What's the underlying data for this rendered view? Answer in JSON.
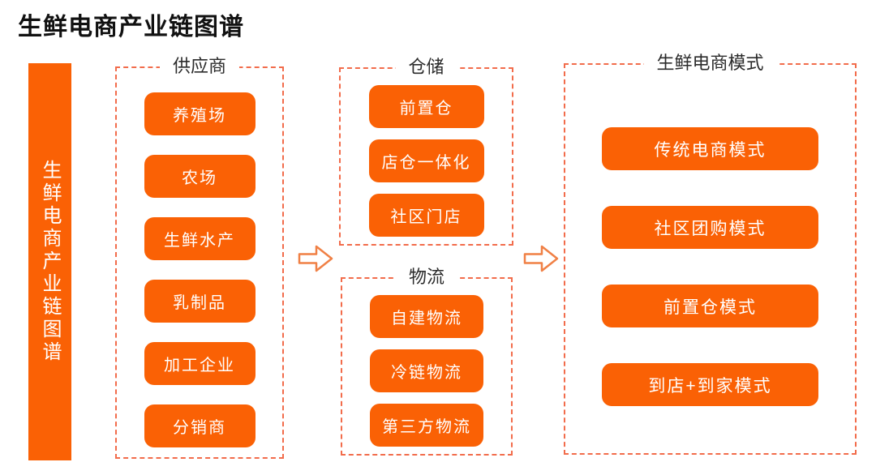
{
  "page_title": "生鲜电商产业链图谱",
  "sidebar": {
    "label": "生鲜电商产业链图谱"
  },
  "colors": {
    "accent_orange": "#FA6105",
    "dashed_border": "#F26C4B",
    "arrow_outline": "#F08045",
    "title_text": "#111111",
    "group_title_text": "#2b2b2b",
    "node_text": "#ffffff",
    "background": "#ffffff"
  },
  "icons": {
    "flow_arrow": "right-arrow"
  },
  "diagram": {
    "groups": [
      {
        "id": "suppliers",
        "title": "供应商",
        "items": [
          "养殖场",
          "农场",
          "生鲜水产",
          "乳制品",
          "加工企业",
          "分销商"
        ]
      },
      {
        "id": "warehousing",
        "title": "仓储",
        "items": [
          "前置仓",
          "店仓一体化",
          "社区门店"
        ]
      },
      {
        "id": "logistics",
        "title": "物流",
        "items": [
          "自建物流",
          "冷链物流",
          "第三方物流"
        ]
      },
      {
        "id": "models",
        "title": "生鲜电商模式",
        "items": [
          "传统电商模式",
          "社区团购模式",
          "前置仓模式",
          "到店+到家模式"
        ]
      }
    ]
  }
}
